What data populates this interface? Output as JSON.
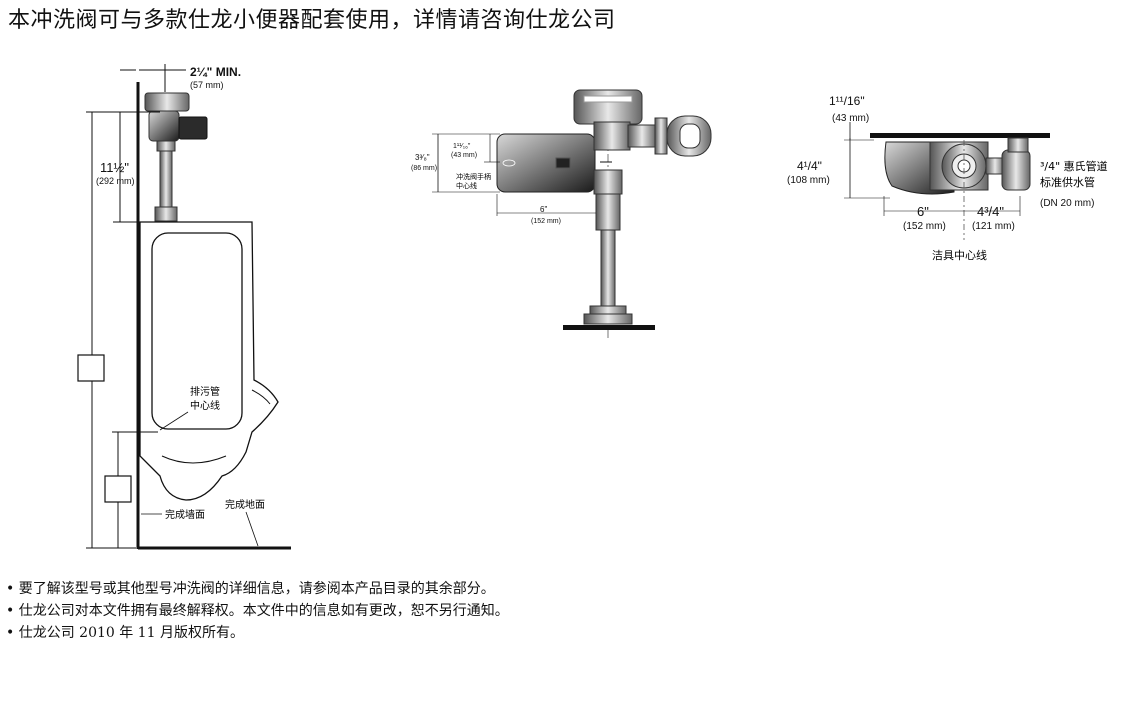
{
  "title": "本冲洗阀可与多款仕龙小便器配套使用，详情请咨询仕龙公司",
  "left_view": {
    "dim_min": "2¼\" MIN.",
    "dim_min_mm": "(57 mm)",
    "dim_height": "11½\"",
    "dim_height_mm": "(292 mm)",
    "drain_label_1": "排污管",
    "drain_label_2": "中心线",
    "wall_label": "完成墙面",
    "floor_label": "完成地面"
  },
  "middle_view": {
    "dim_v": "3³⁄₈\"",
    "dim_v_mm": "(86 mm)",
    "dim_h": "1¹¹⁄₁₆\"",
    "dim_h_mm": "(43 mm)",
    "handle_label_1": "冲洗阀手柄",
    "handle_label_2": "中心线",
    "dim_bottom": "6\"",
    "dim_bottom_mm": "(152 mm)"
  },
  "right_view": {
    "dim_top": "1¹¹/16\"",
    "dim_top_mm": "(43 mm)",
    "dim_side": "4¹/4\"",
    "dim_side_mm": "(108 mm)",
    "dim_b1": "6\"",
    "dim_b1_mm": "(152 mm)",
    "dim_b2": "4³/4\"",
    "dim_b2_mm": "(121 mm)",
    "supply_1": "³/4\" 惠氏管道",
    "supply_2": "标准供水管",
    "supply_3": "(DN 20 mm)",
    "fixture_label": "洁具中心线"
  },
  "notes": [
    "• 要了解该型号或其他型号冲洗阀的详细信息，请参阅本产品目录的其余部分。",
    "• 仕龙公司对本文件拥有最终解释权。本文件中的信息如有更改，恕不另行通知。",
    "• 仕龙公司 2010 年 11 月版权所有。"
  ]
}
